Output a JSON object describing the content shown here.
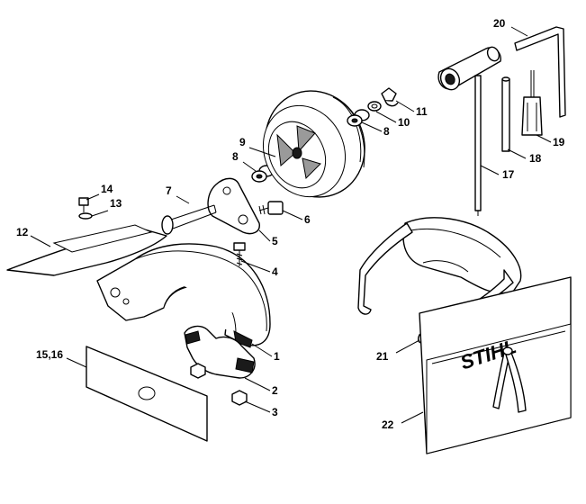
{
  "diagram": {
    "brand_logo": "STIHL",
    "colors": {
      "line": "#000000",
      "background": "#ffffff",
      "shade": "#9a9a9a"
    },
    "callouts": [
      {
        "id": "c1",
        "label": "1"
      },
      {
        "id": "c2",
        "label": "2"
      },
      {
        "id": "c3",
        "label": "3"
      },
      {
        "id": "c4",
        "label": "4"
      },
      {
        "id": "c5",
        "label": "5"
      },
      {
        "id": "c6",
        "label": "6"
      },
      {
        "id": "c7",
        "label": "7"
      },
      {
        "id": "c8a",
        "label": "8"
      },
      {
        "id": "c8b",
        "label": "8"
      },
      {
        "id": "c9",
        "label": "9"
      },
      {
        "id": "c10",
        "label": "10"
      },
      {
        "id": "c11",
        "label": "11"
      },
      {
        "id": "c12",
        "label": "12"
      },
      {
        "id": "c13",
        "label": "13"
      },
      {
        "id": "c14",
        "label": "14"
      },
      {
        "id": "c1516",
        "label": "15,16"
      },
      {
        "id": "c17",
        "label": "17"
      },
      {
        "id": "c18",
        "label": "18"
      },
      {
        "id": "c19",
        "label": "19"
      },
      {
        "id": "c20",
        "label": "20"
      },
      {
        "id": "c21",
        "label": "21"
      },
      {
        "id": "c22",
        "label": "22"
      }
    ]
  }
}
